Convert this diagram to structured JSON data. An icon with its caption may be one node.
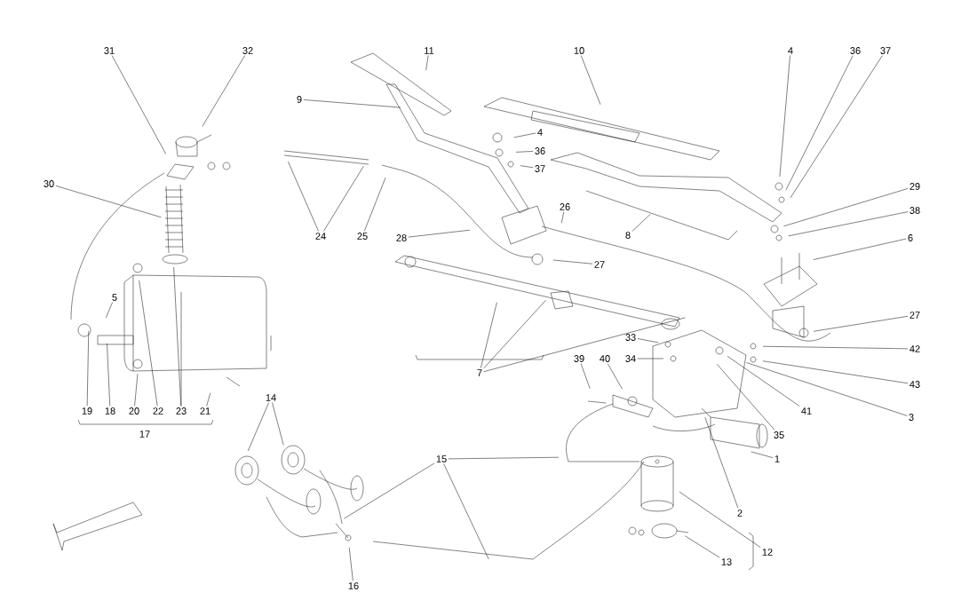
{
  "diagram": {
    "nodes": [
      {
        "text": [
          "31"
        ]
      },
      {
        "text": [
          "32"
        ]
      },
      {
        "text": [
          "11"
        ]
      },
      {
        "text": [
          "10"
        ]
      },
      {
        "text": [
          "4"
        ]
      },
      {
        "text": [
          "36"
        ]
      },
      {
        "text": [
          "37"
        ]
      },
      {
        "text": [
          "9"
        ]
      },
      {
        "text": [
          "4"
        ]
      },
      {
        "text": [
          "36"
        ]
      },
      {
        "text": [
          "37"
        ]
      },
      {
        "text": [
          "30"
        ]
      },
      {
        "text": [
          "29"
        ]
      },
      {
        "text": [
          "38"
        ]
      },
      {
        "text": [
          "26"
        ]
      },
      {
        "text": [
          "24"
        ]
      },
      {
        "text": [
          "25"
        ]
      },
      {
        "text": [
          "28"
        ]
      },
      {
        "text": [
          "8"
        ]
      },
      {
        "text": [
          "6"
        ]
      },
      {
        "text": [
          "27"
        ]
      },
      {
        "text": [
          "5"
        ]
      },
      {
        "text": [
          "27"
        ]
      },
      {
        "text": [
          "33"
        ]
      },
      {
        "text": [
          "42"
        ]
      },
      {
        "text": [
          "34"
        ]
      },
      {
        "text": [
          "39"
        ]
      },
      {
        "text": [
          "40"
        ]
      },
      {
        "text": [
          "43"
        ]
      },
      {
        "text": [
          "41"
        ]
      },
      {
        "text": [
          "3"
        ]
      },
      {
        "text": [
          "35"
        ]
      },
      {
        "text": [
          "1"
        ]
      },
      {
        "text": [
          "2"
        ]
      },
      {
        "text": [
          "14"
        ]
      },
      {
        "text": [
          "15"
        ]
      },
      {
        "text": [
          "16"
        ]
      },
      {
        "text": [
          "13"
        ]
      },
      {
        "text": [
          "19"
        ]
      },
      {
        "text": [
          "18"
        ]
      },
      {
        "text": [
          "20"
        ]
      },
      {
        "text": [
          "22"
        ]
      },
      {
        "text": [
          "23"
        ]
      },
      {
        "text": [
          "21"
        ]
      },
      {
        "text": [
          "7"
        ]
      },
      {
        "text": [
          "12"
        ]
      }
    ],
    "edges": [
      {
        "from": 0,
        "to": null,
        "arrow": "none"
      },
      {
        "from": 1,
        "to": null,
        "arrow": "none"
      },
      {
        "from": 2,
        "to": null,
        "arrow": "none"
      },
      {
        "from": 3,
        "to": null,
        "arrow": "none"
      },
      {
        "from": 4,
        "to": null,
        "arrow": "none"
      },
      {
        "from": 5,
        "to": null,
        "arrow": "none"
      },
      {
        "from": 6,
        "to": null,
        "arrow": "none"
      },
      {
        "from": 7,
        "to": null,
        "arrow": "none"
      },
      {
        "from": 8,
        "to": null,
        "arrow": "none"
      },
      {
        "from": 9,
        "to": null,
        "arrow": "none"
      },
      {
        "from": 10,
        "to": null,
        "arrow": "none"
      },
      {
        "from": 11,
        "to": null,
        "arrow": "none"
      },
      {
        "from": 12,
        "to": null,
        "arrow": "none"
      },
      {
        "from": 13,
        "to": null,
        "arrow": "none"
      },
      {
        "from": 14,
        "to": null,
        "arrow": "none"
      },
      {
        "from": 15,
        "to": null,
        "arrow": "none"
      },
      {
        "from": 15,
        "to": null,
        "arrow": "none"
      },
      {
        "from": 16,
        "to": null,
        "arrow": "none"
      },
      {
        "from": 17,
        "to": null,
        "arrow": "none"
      },
      {
        "from": 18,
        "to": null,
        "arrow": "none"
      },
      {
        "from": 19,
        "to": null,
        "arrow": "none"
      },
      {
        "from": 20,
        "to": null,
        "arrow": "none"
      },
      {
        "from": 21,
        "to": null,
        "arrow": "none"
      },
      {
        "from": 22,
        "to": null,
        "arrow": "none"
      },
      {
        "from": 23,
        "to": null,
        "arrow": "none"
      },
      {
        "from": 24,
        "to": null,
        "arrow": "none"
      },
      {
        "from": 25,
        "to": null,
        "arrow": "none"
      },
      {
        "from": 26,
        "to": null,
        "arrow": "none"
      },
      {
        "from": 27,
        "to": null,
        "arrow": "none"
      },
      {
        "from": 28,
        "to": null,
        "arrow": "none"
      },
      {
        "from": 29,
        "to": null,
        "arrow": "none"
      },
      {
        "from": 30,
        "to": null,
        "arrow": "none"
      },
      {
        "from": 31,
        "to": null,
        "arrow": "none"
      },
      {
        "from": 32,
        "to": null,
        "arrow": "none"
      },
      {
        "from": 33,
        "to": null,
        "arrow": "none"
      },
      {
        "from": 34,
        "to": null,
        "arrow": "none"
      },
      {
        "from": 34,
        "to": null,
        "arrow": "none"
      },
      {
        "from": 35,
        "to": null,
        "arrow": "none"
      },
      {
        "from": 35,
        "to": null,
        "arrow": "none"
      },
      {
        "from": 35,
        "to": null,
        "arrow": "none"
      },
      {
        "from": 36,
        "to": null,
        "arrow": "none"
      },
      {
        "from": 37,
        "to": null,
        "arrow": "none"
      },
      {
        "from": 38,
        "to": null,
        "arrow": "none"
      },
      {
        "from": 39,
        "to": null,
        "arrow": "none"
      },
      {
        "from": 40,
        "to": null,
        "arrow": "none"
      },
      {
        "from": 41,
        "to": null,
        "arrow": "none"
      },
      {
        "from": 42,
        "to": null,
        "arrow": "none"
      },
      {
        "from": 42,
        "to": null,
        "arrow": "none"
      },
      {
        "from": 43,
        "to": null,
        "arrow": "none"
      },
      {
        "from": 44,
        "to": null,
        "arrow": "none"
      },
      {
        "from": 44,
        "to": null,
        "arrow": "none"
      },
      {
        "from": 44,
        "to": null,
        "arrow": "none"
      },
      {
        "from": 45,
        "to": null,
        "arrow": "none"
      }
    ],
    "labels": [
      "17"
    ]
  }
}
